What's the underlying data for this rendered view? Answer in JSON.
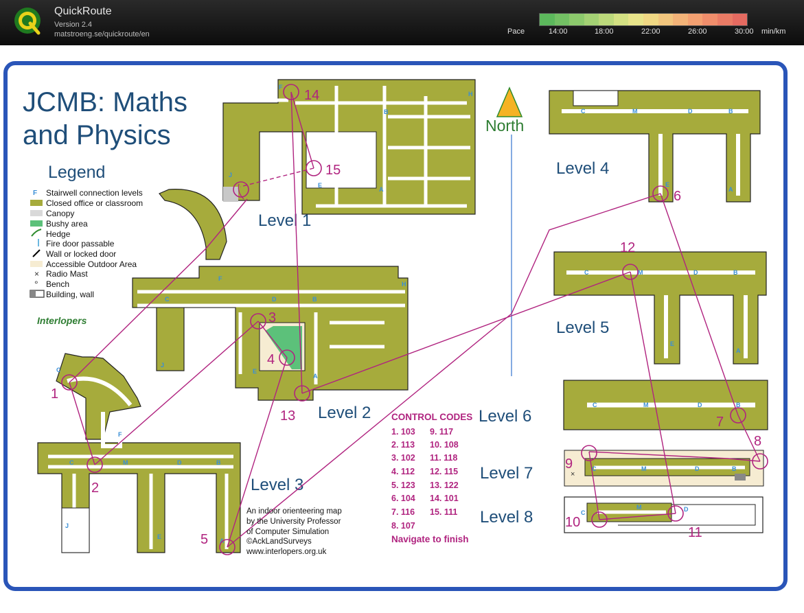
{
  "app": {
    "name": "QuickRoute",
    "version": "Version 2.4",
    "url": "matstroeng.se/quickroute/en"
  },
  "pace": {
    "label": "Pace",
    "ticks": [
      "14:00",
      "18:00",
      "22:00",
      "26:00",
      "30:00"
    ],
    "unit": "min/km",
    "colors": [
      "#5cb85c",
      "#73c064",
      "#8cc96c",
      "#a4d174",
      "#bcd97b",
      "#d4e183",
      "#e8e48a",
      "#f0d884",
      "#f2c67e",
      "#f3b378",
      "#f3a071",
      "#ef8d6b",
      "#e97b65",
      "#e46a60"
    ]
  },
  "map": {
    "title_line1": "JCMB:  Maths",
    "title_line2": "and Physics",
    "north_label": "North",
    "legend": {
      "title": "Legend",
      "items": [
        {
          "symbol": "F",
          "label": "Stairwell connection levels"
        },
        {
          "symbol": "olive",
          "label": "Closed office or classroom"
        },
        {
          "symbol": "grey",
          "label": "Canopy"
        },
        {
          "symbol": "green",
          "label": "Bushy area"
        },
        {
          "symbol": "hedge",
          "label": "Hedge"
        },
        {
          "symbol": "firedoor",
          "label": "Fire door   passable"
        },
        {
          "symbol": "wall",
          "label": "Wall or locked door"
        },
        {
          "symbol": "cream",
          "label": "Accessible Outdoor Area"
        },
        {
          "symbol": "×",
          "label": "Radio Mast"
        },
        {
          "symbol": "°",
          "label": "Bench"
        },
        {
          "symbol": "building",
          "label": "Building, wall"
        }
      ]
    },
    "club_logo": "Interlopers",
    "level_labels": [
      "Level 1",
      "Level 2",
      "Level 3",
      "Level 4",
      "Level 5",
      "Level 6",
      "Level 7",
      "Level 8"
    ],
    "control_codes": {
      "title": "CONTROL CODES",
      "col1": [
        "1.  103",
        "2.  113",
        "3.  102",
        "4.  112",
        "5.  123",
        "6.  104",
        "7.  116",
        "8.  107"
      ],
      "col2": [
        "9.  117",
        "10. 108",
        "11. 118",
        "12. 115",
        "13. 122",
        "14. 101",
        "15. 111"
      ],
      "finish": "Navigate to finish"
    },
    "credits": [
      "An indoor orienteering map",
      "by the University Professor",
      "of Computer Simulation",
      "©AckLandSurveys",
      "www.interlopers.org.uk"
    ],
    "control_numbers": [
      "1",
      "2",
      "3",
      "4",
      "5",
      "6",
      "7",
      "8",
      "9",
      "10",
      "11",
      "12",
      "13",
      "14",
      "15"
    ],
    "room_letters": [
      "A",
      "B",
      "C",
      "D",
      "E",
      "F",
      "H",
      "J",
      "M"
    ],
    "colors": {
      "route": "#b0237f",
      "building": "#a6ab3c",
      "corridor": "#ffffff",
      "text_blue": "#1f4e79",
      "frame": "#2a55b8",
      "north_arrow": "#f5b324",
      "north_text": "#2e7d32"
    }
  }
}
